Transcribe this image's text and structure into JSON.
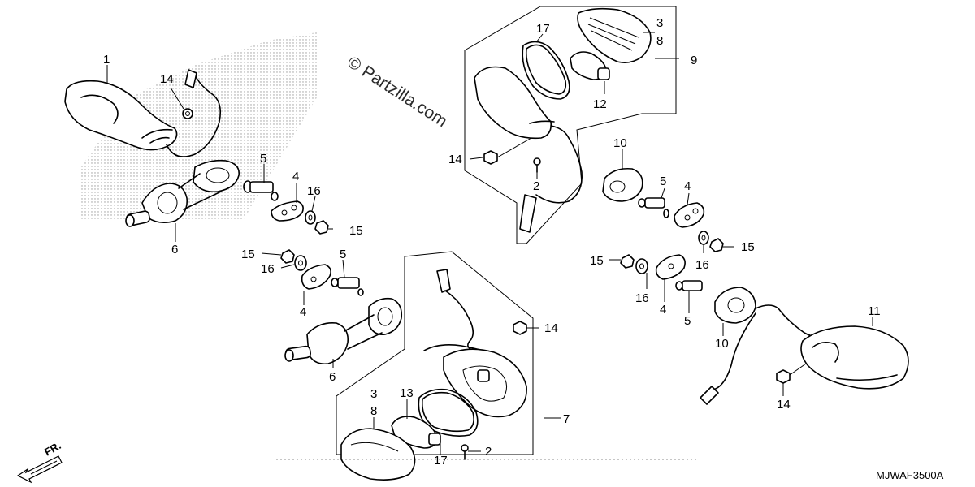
{
  "watermark": "© Partzilla.com",
  "diagram_code": "MJWAF3500A",
  "front_indicator": "FR.",
  "callouts": {
    "tl_1": "1",
    "tl_14": "14",
    "tl_5": "5",
    "tl_4": "4",
    "tl_16": "16",
    "tl_15": "15",
    "tl_6": "6",
    "ml_15": "15",
    "ml_16": "16",
    "ml_5": "5",
    "ml_4": "4",
    "ml_6": "6",
    "tc_17": "17",
    "tc_3": "3",
    "tc_8": "8",
    "tc_9": "9",
    "tc_12": "12",
    "tc_14": "14",
    "tc_2": "2",
    "r_10": "10",
    "r_5": "5",
    "r_4": "4",
    "r_15": "15",
    "r_16": "16",
    "rl_15": "15",
    "rl_16": "16",
    "rl_4": "4",
    "rl_5": "5",
    "rl_10": "10",
    "r_11": "11",
    "r_14": "14",
    "bc_14": "14",
    "bc_3": "3",
    "bc_8": "8",
    "bc_13": "13",
    "bc_7": "7",
    "bc_2": "2",
    "bc_17": "17"
  }
}
